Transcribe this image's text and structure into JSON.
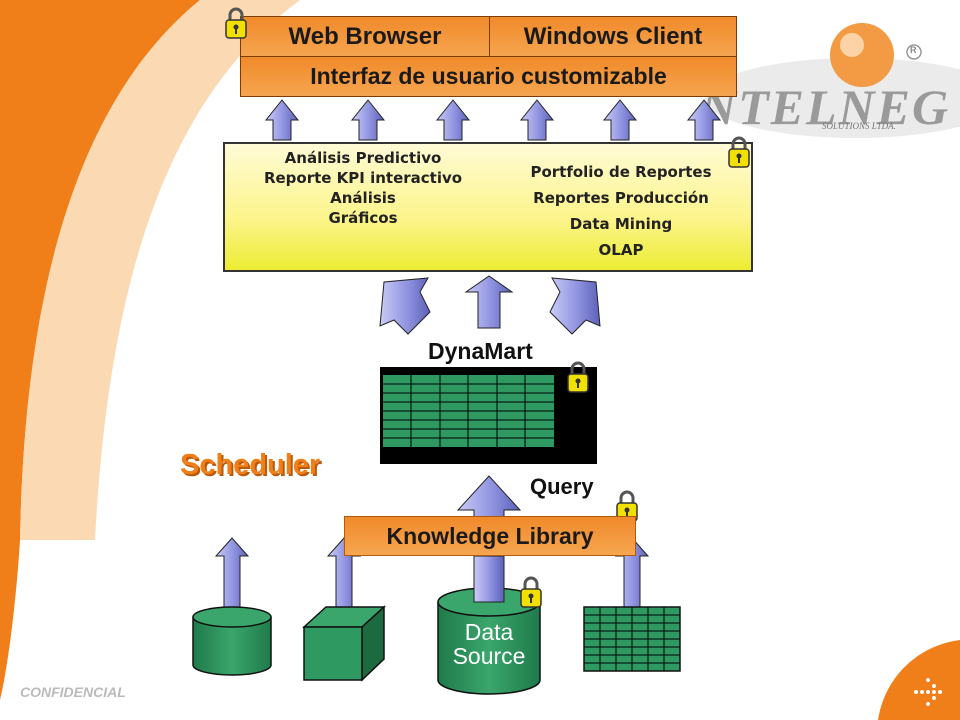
{
  "top": {
    "web_browser": "Web Browser",
    "windows_client": "Windows Client",
    "ui_custom": "Interfaz de usuario customizable"
  },
  "features": {
    "left": [
      "Análisis Predictivo",
      "Reporte KPI interactivo",
      "Análisis",
      "Gráficos"
    ],
    "right": [
      "Portfolio de Reportes",
      "Reportes Producción",
      "Data Mining",
      "OLAP"
    ]
  },
  "dynamart": "DynaMart",
  "scheduler": "Scheduler",
  "query": "Query",
  "knowledge_library": "Knowledge Library",
  "data_source": [
    "Data",
    "Source"
  ],
  "logo": {
    "text": "NTELNEG",
    "sub": "SOLUTIONS LTDA.",
    "mark": "R"
  },
  "footer": "CONFIDENCIAL",
  "colors": {
    "orange": "#f07f1a",
    "yellow": "#f3ee3a",
    "green": "#2e9a62",
    "arrow": "#8f93e0"
  }
}
